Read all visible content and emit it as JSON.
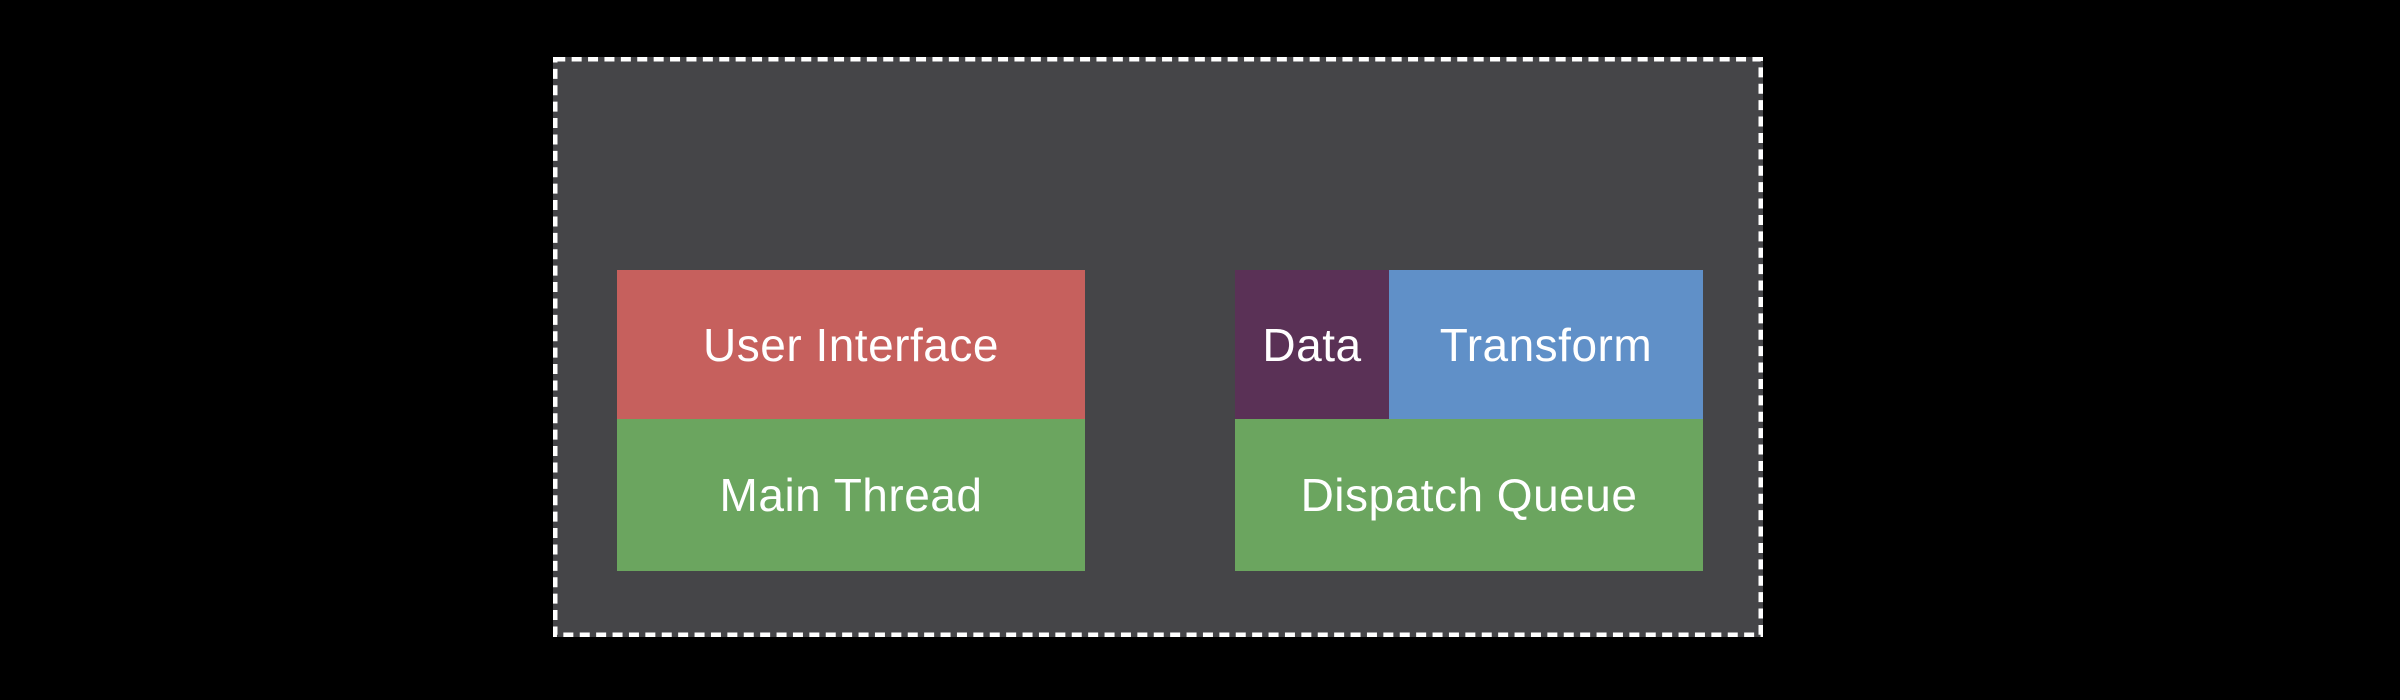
{
  "diagram": {
    "background_color": "#000000",
    "panel": {
      "fill_color": "#454548",
      "border_color": "#ffffff"
    },
    "blocks": {
      "user_interface": {
        "label": "User Interface",
        "color": "#c6605d"
      },
      "main_thread": {
        "label": "Main Thread",
        "color": "#6ba55f"
      },
      "data": {
        "label": "Data",
        "color": "#5a3156"
      },
      "transform": {
        "label": "Transform",
        "color": "#6090c8"
      },
      "dispatch_queue": {
        "label": "Dispatch Queue",
        "color": "#6ba55f"
      }
    }
  }
}
